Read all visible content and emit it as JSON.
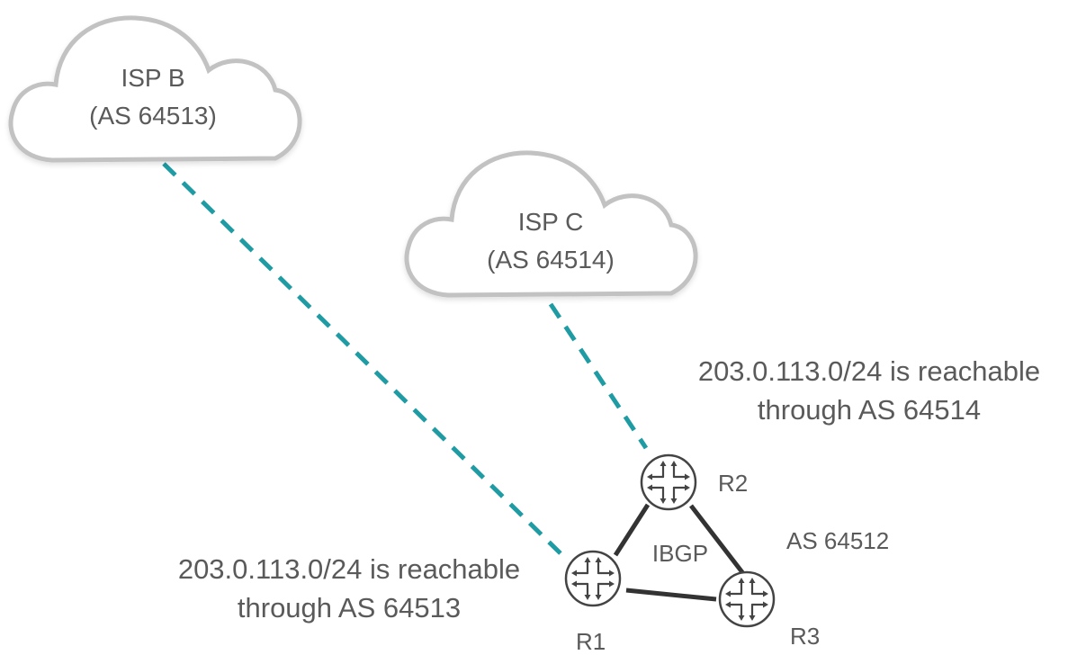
{
  "diagram": {
    "clouds": [
      {
        "id": "isp-b",
        "name": "ISP B",
        "asn": "(AS 64513)"
      },
      {
        "id": "isp-c",
        "name": "ISP C",
        "asn": "(AS 64514)"
      }
    ],
    "routers": [
      {
        "id": "r1",
        "label": "R1"
      },
      {
        "id": "r2",
        "label": "R2"
      },
      {
        "id": "r3",
        "label": "R3"
      }
    ],
    "local_as": "AS 64512",
    "ibgp_label": "IBGP",
    "annotations": {
      "r2": {
        "line1": "203.0.113.0/24 is reachable",
        "line2": "through AS 64514"
      },
      "r1": {
        "line1": "203.0.113.0/24 is reachable",
        "line2": "through AS 64513"
      }
    },
    "colors": {
      "ebgp_link": "#1e9ba3",
      "ibgp_link": "#333333",
      "cloud_outline": "#c2c2c2",
      "router_outline": "#444444",
      "text": "#5a5a5a"
    }
  }
}
